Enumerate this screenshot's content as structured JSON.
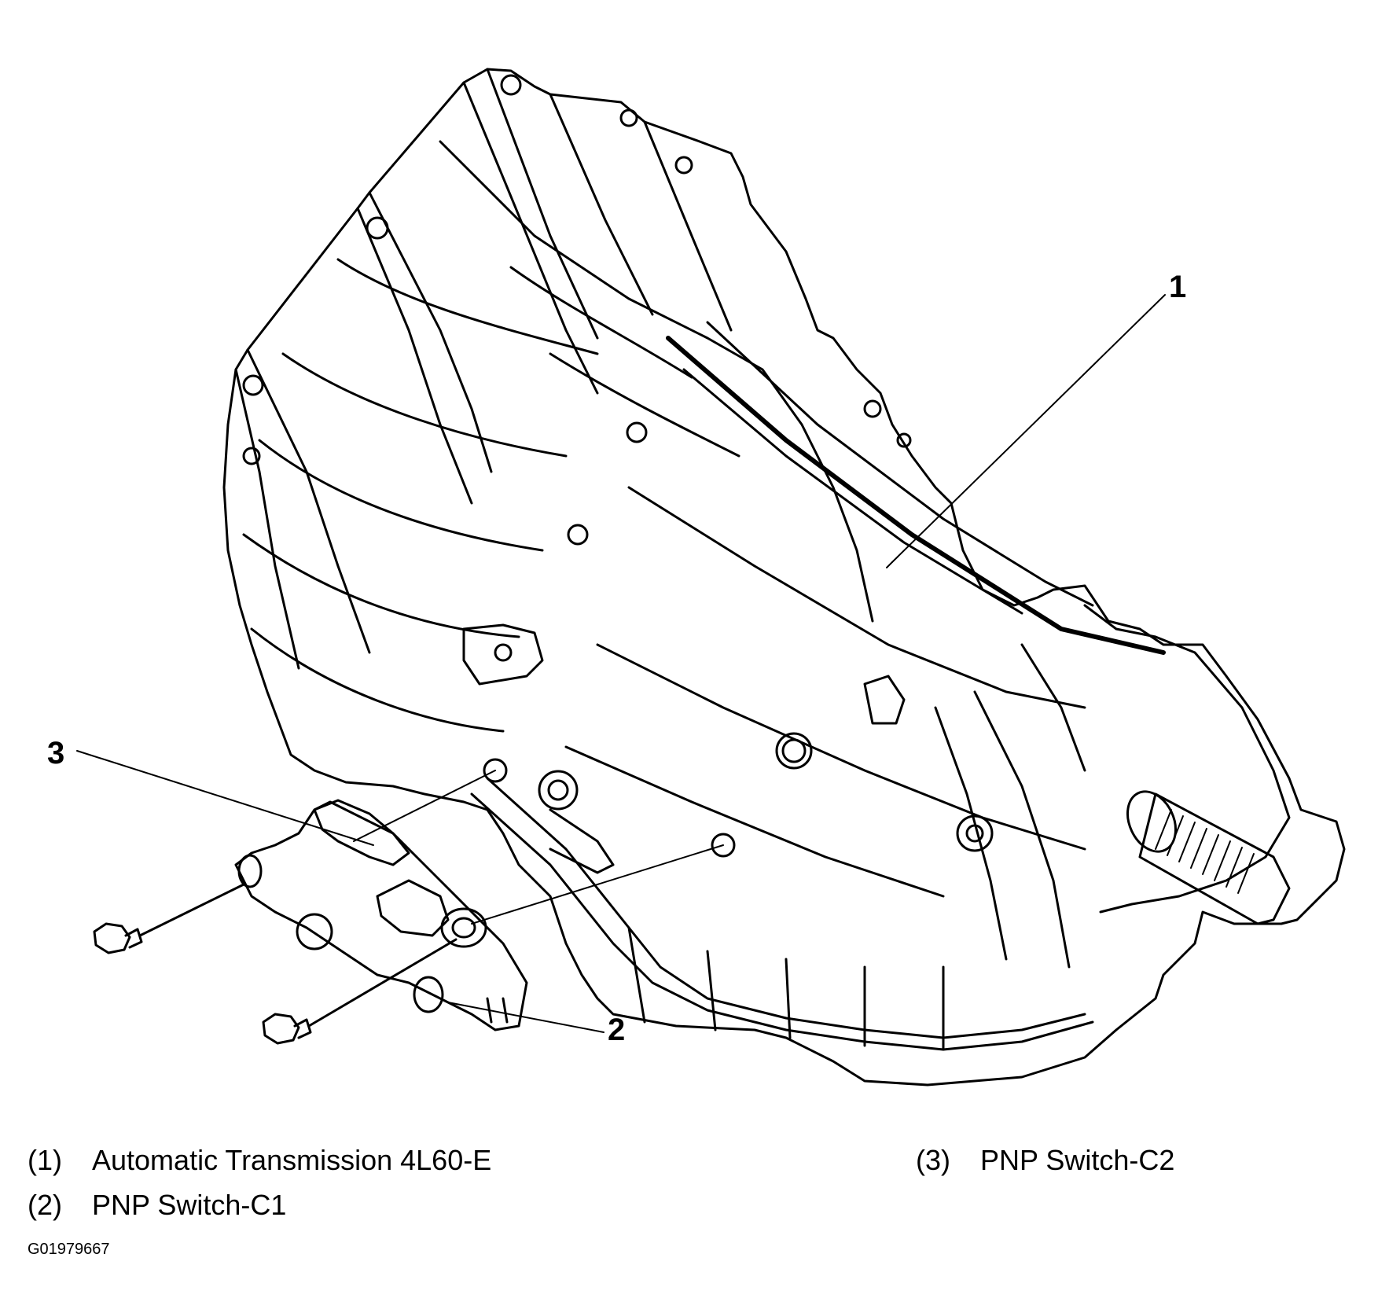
{
  "callouts": [
    {
      "number": "1"
    },
    {
      "number": "2"
    },
    {
      "number": "3"
    }
  ],
  "legend": [
    {
      "number": "(1)",
      "label": "Automatic Transmission 4L60-E"
    },
    {
      "number": "(2)",
      "label": "PNP Switch-C1"
    },
    {
      "number": "(3)",
      "label": "PNP Switch-C2"
    }
  ],
  "figure_id": "G01979667",
  "colors": {
    "line": "#000000",
    "background": "#ffffff"
  }
}
